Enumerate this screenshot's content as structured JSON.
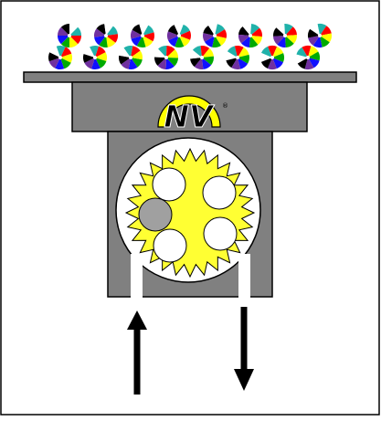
{
  "colors": {
    "frame": "#000000",
    "housing": "#808080",
    "ledge": "#808080",
    "wheel_face": "#ffffff",
    "sun": "#ffff33",
    "seed_hole": "#ffffff",
    "occupied_hole": "#a0a0a0",
    "arrow": "#000000",
    "logo_yellow": "#ffff00",
    "logo_text": "#000000",
    "background": "#ffffff"
  },
  "logo": {
    "text": "NV",
    "mark": "®"
  },
  "seed_palette": [
    "#ff0000",
    "#ffff00",
    "#00aa00",
    "#1010ff",
    "#7030a0",
    "#000000",
    "#ffffff",
    "#20b2aa"
  ],
  "wheel": {
    "holes": 5,
    "occupied_holes": 1
  },
  "icons": {
    "inlet": "up-arrow-icon",
    "outlet": "down-arrow-icon"
  }
}
